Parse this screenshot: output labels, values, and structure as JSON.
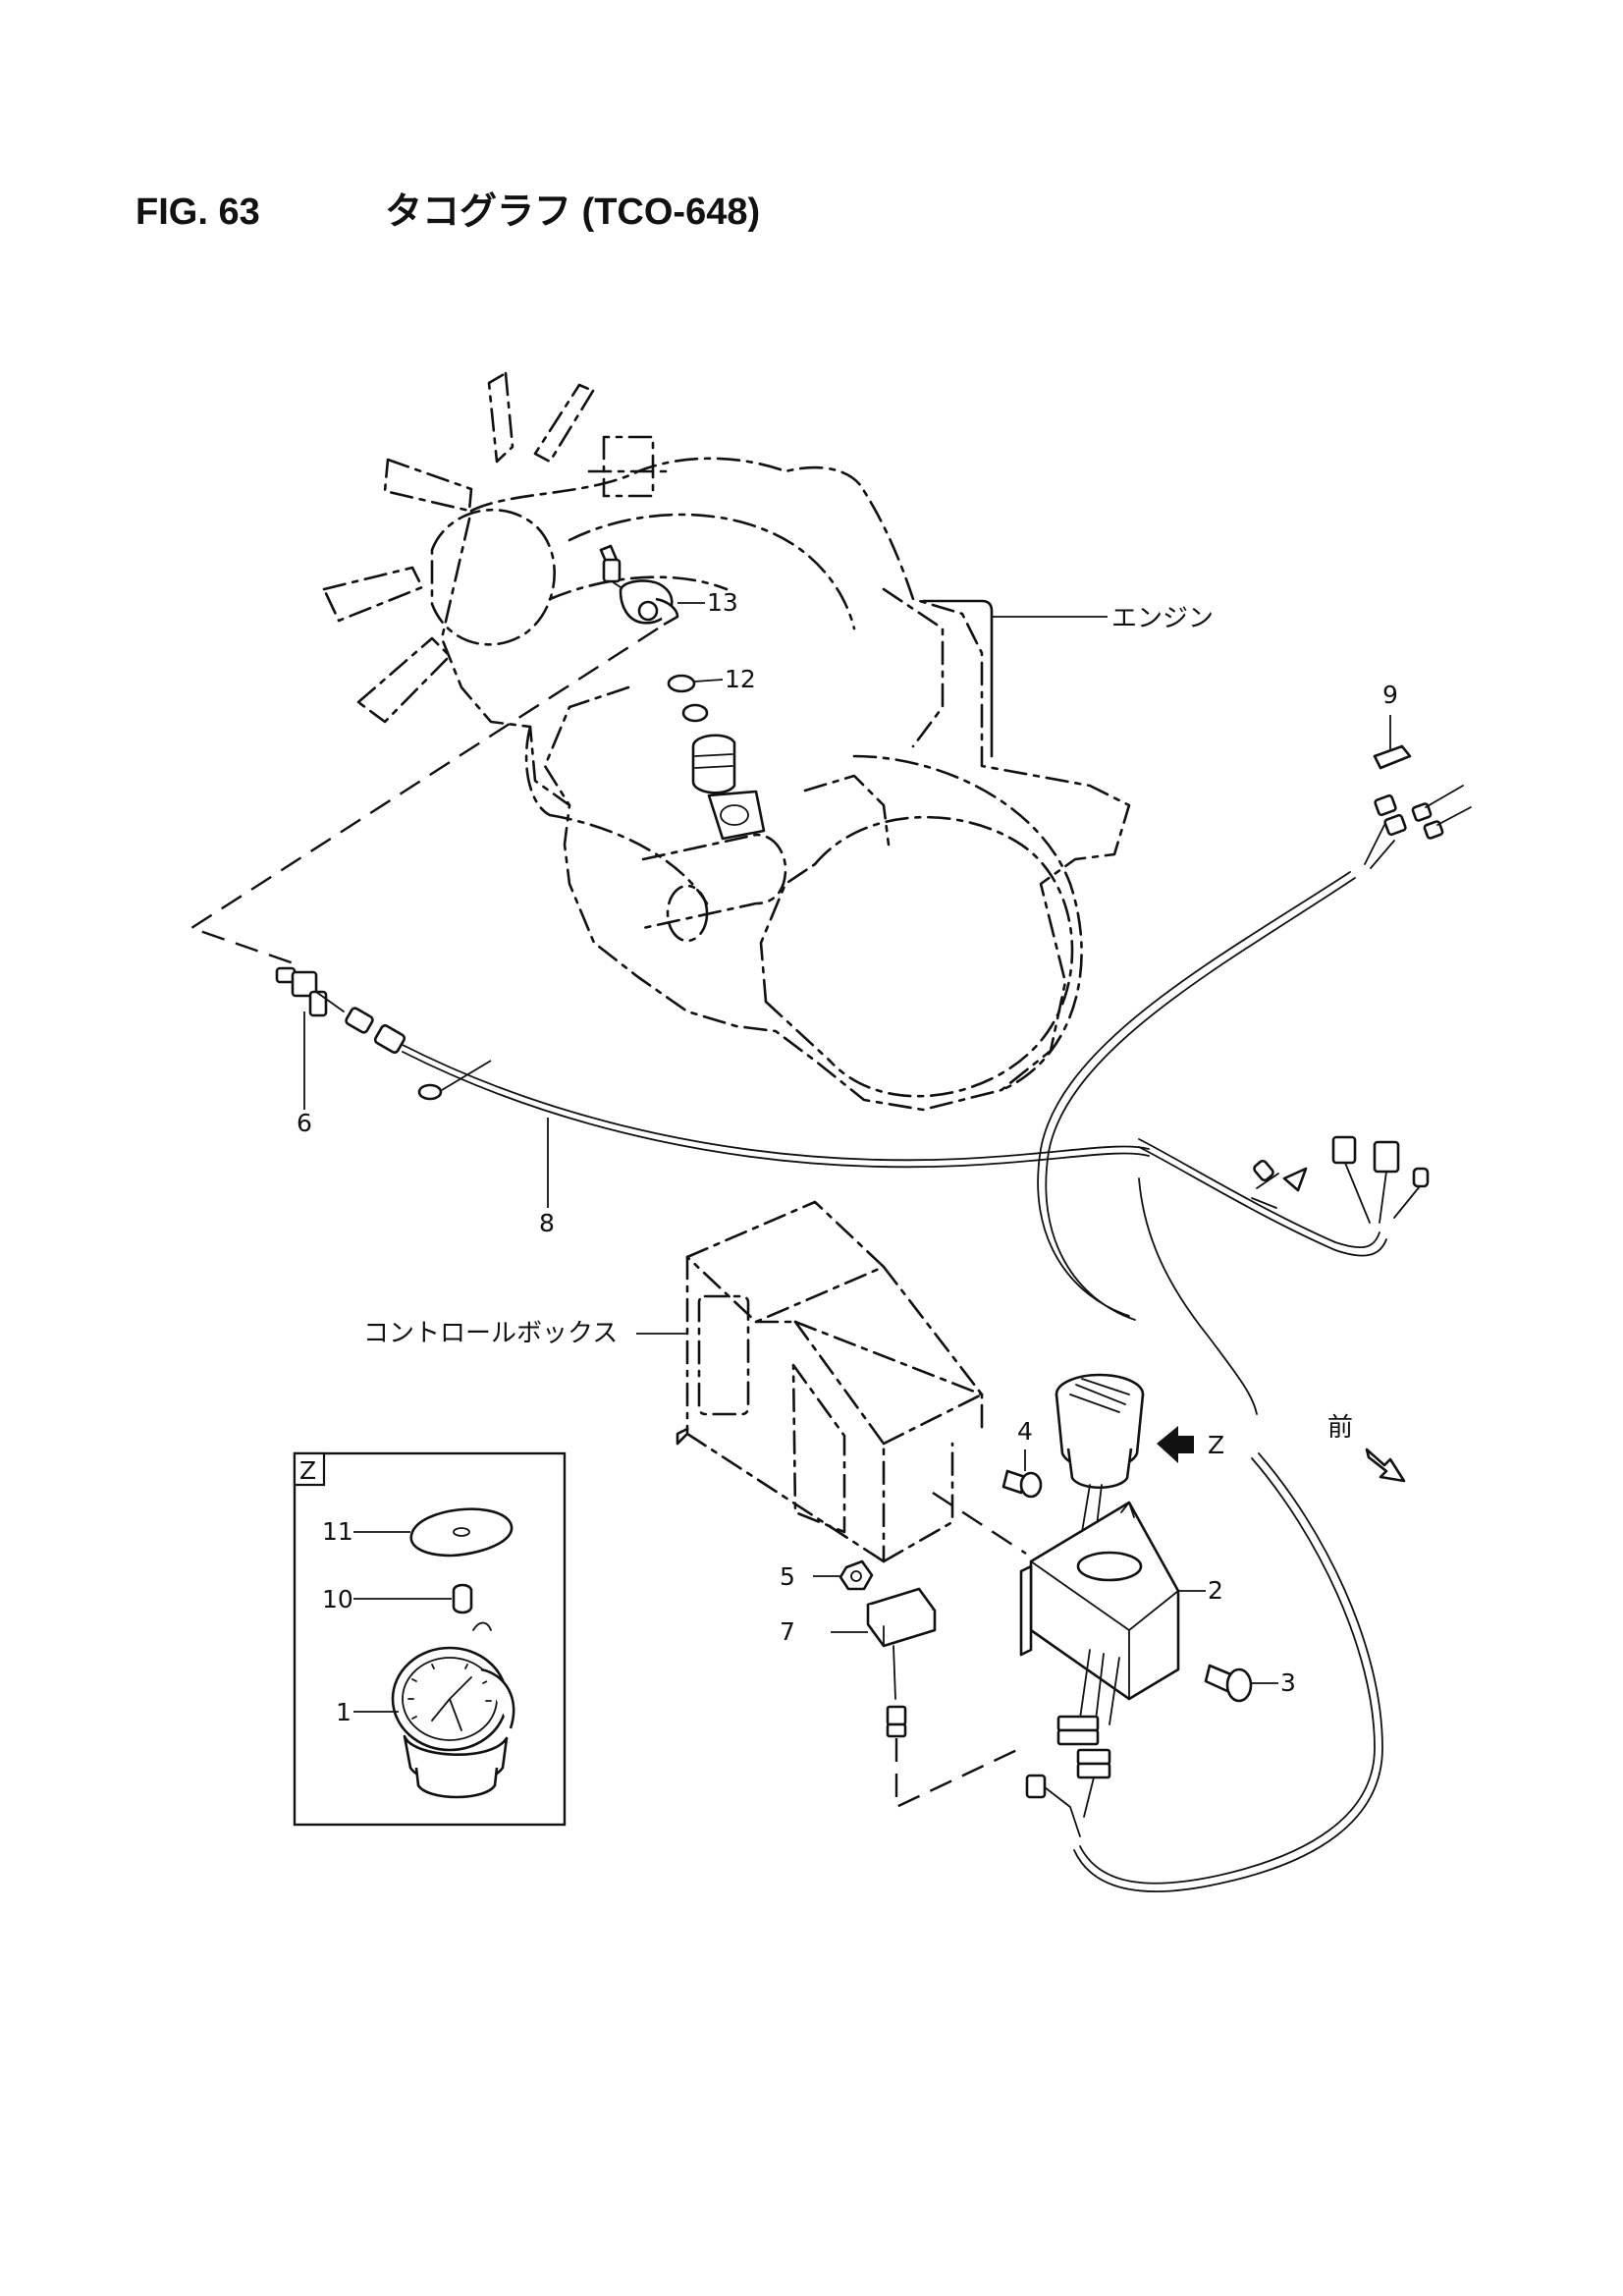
{
  "header": {
    "figure_number": "FIG. 63",
    "figure_title": "タコグラフ (TCO-648)"
  },
  "callouts": {
    "engine": "エンジン",
    "control_box": "コントロールボックス",
    "front": "前",
    "view_z_arrow": "Z",
    "detail_z_tag": "Z"
  },
  "part_numbers": {
    "p1": "1",
    "p2": "2",
    "p3": "3",
    "p4": "4",
    "p5": "5",
    "p6": "6",
    "p7": "7",
    "p8": "8",
    "p9": "9",
    "p10": "10",
    "p11": "11",
    "p12": "12",
    "p13": "13"
  },
  "icons": {
    "view_arrow": "solid-arrow-left-icon",
    "front_arrow": "outline-arrow-down-right-icon"
  }
}
